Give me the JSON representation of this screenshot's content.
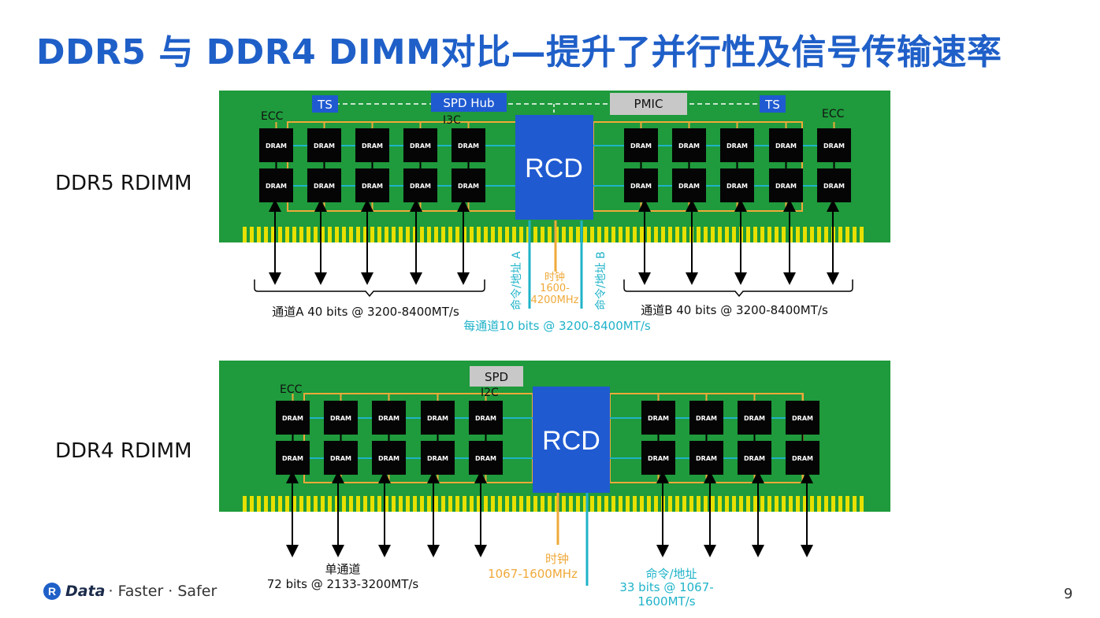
{
  "title": "DDR5 与 DDR4 DIMM对比—提升了并行性及信号传输速率",
  "ddr5": {
    "row_label": "DDR5 RDIMM",
    "ts_left": "TS",
    "ts_right": "TS",
    "spd_hub": "SPD Hub",
    "i3c": "I3C",
    "pmic": "PMIC",
    "ecc_left": "ECC",
    "ecc_right": "ECC",
    "rcd": "RCD",
    "dram_label": "DRAM",
    "cmd_a": "命令/地址 A",
    "cmd_b": "命令/地址 B",
    "clock_label": "时钟",
    "clock_freq_1": "1600-",
    "clock_freq_2": "4200MHz",
    "channel_a": "通道A 40 bits @ 3200-8400MT/s",
    "channel_b": "通道B 40 bits @ 3200-8400MT/s",
    "per_channel": "每通道10 bits @ 3200-8400MT/s"
  },
  "ddr4": {
    "row_label": "DDR4 RDIMM",
    "spd": "SPD",
    "i2c": "I2C",
    "ecc": "ECC",
    "rcd": "RCD",
    "dram_label": "DRAM",
    "single_channel_1": "单通道",
    "single_channel_2": "72 bits @ 2133-3200MT/s",
    "clock_label": "时钟",
    "clock_freq": "1067-1600MHz",
    "cmd_label": "命令/地址",
    "cmd_bits_1": "33 bits @ 1067-",
    "cmd_bits_2": "1600MT/s"
  },
  "footer": {
    "logo_mark": "R",
    "brand": "Data",
    "tagline": "· Faster · Safer",
    "page": "9"
  },
  "colors": {
    "pcb": "#1f9a3c",
    "gold": "#f0a93a",
    "cyan": "#1fb3c9",
    "rcd": "#1f5ad1",
    "title": "#1f5fc8",
    "pin_yellow": "#e8e000"
  }
}
